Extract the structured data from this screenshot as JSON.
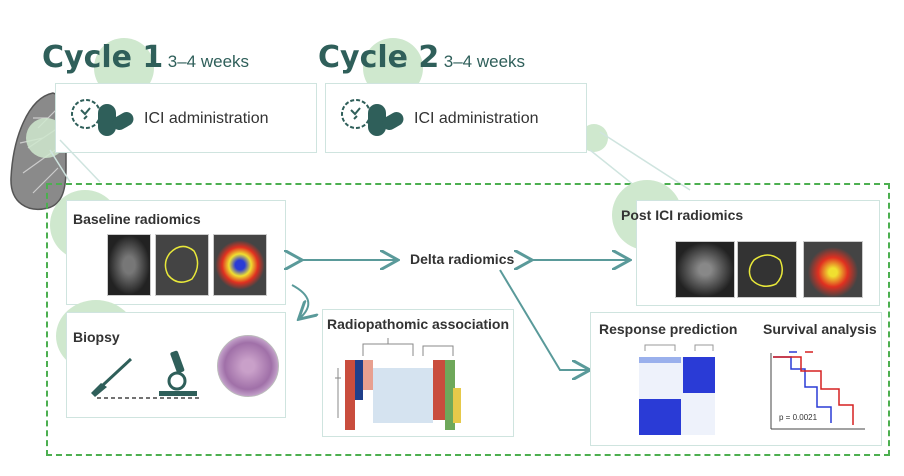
{
  "cycles": [
    {
      "number": "Cycle 1",
      "duration": "3–4 weeks",
      "action": "ICI administration"
    },
    {
      "number": "Cycle 2",
      "duration": "3–4 weeks",
      "action": "ICI administration"
    }
  ],
  "panels": {
    "baseline": "Baseline radiomics",
    "post": "Post ICI radiomics",
    "delta": "Delta radiomics",
    "biopsy": "Biopsy",
    "radiopath": "Radiopathomic association",
    "response": "Response prediction",
    "survival": "Survival analysis",
    "pvalue": "p = 0.0021"
  },
  "colors": {
    "accent": "#2f5f5a",
    "highlight": "#cfe8ce",
    "dashed": "#4caf50",
    "arrow": "#5a9a9a"
  }
}
